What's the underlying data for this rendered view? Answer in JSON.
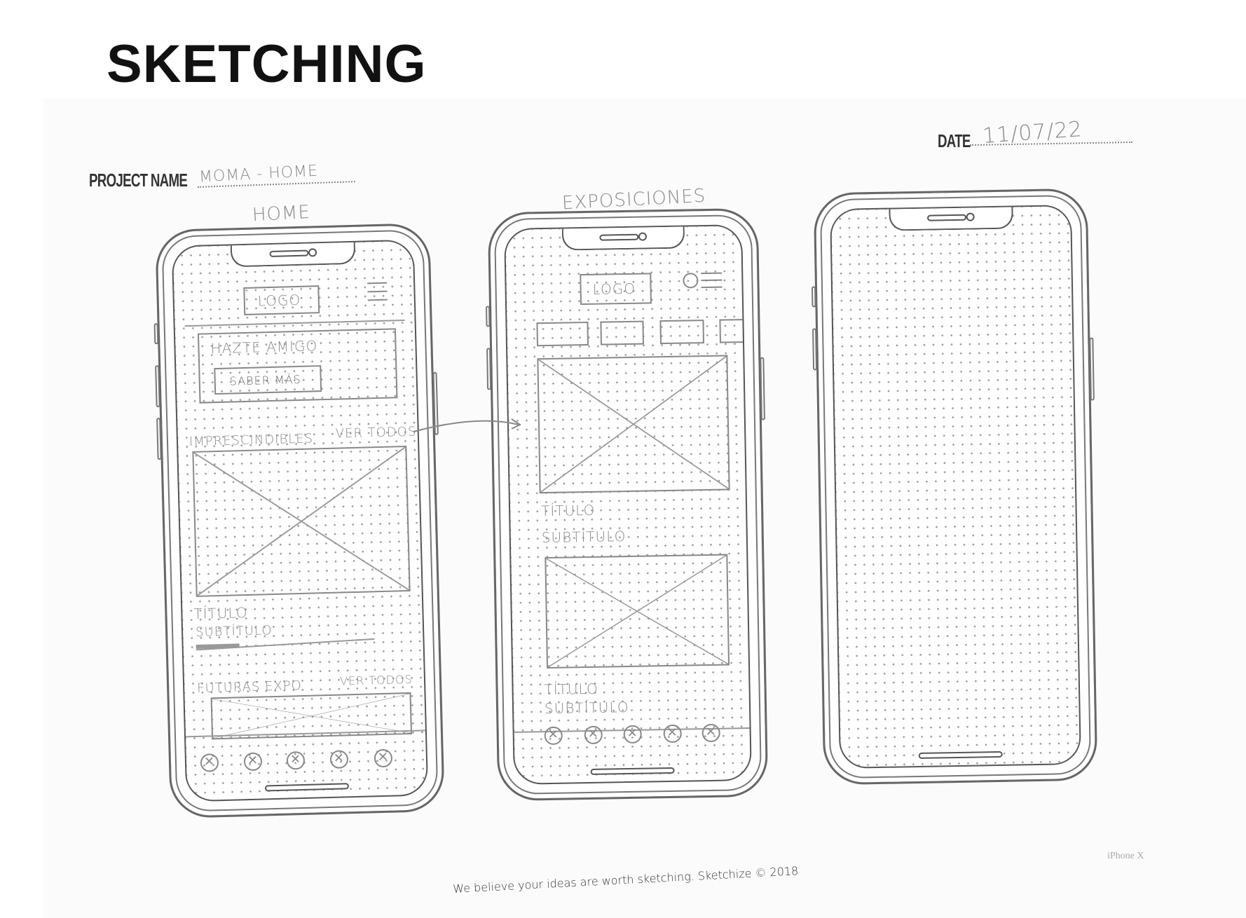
{
  "heading": "SKETCHING",
  "sheet": {
    "project_label": "PROJECT NAME",
    "project_value": "MOMA - HOME",
    "date_label": "DATE",
    "date_value": "11/07/22",
    "footer": "We believe your ideas are worth sketching. Sketchize © 2018",
    "device": "iPhone X"
  },
  "screens": [
    {
      "title": "HOME",
      "logo": "LOGO",
      "menu_icon": "hamburger-icon",
      "banner_text": "HAZTE AMIGO",
      "banner_button": "SABER MÁS",
      "section1": "IMPRESCINDIBLES",
      "section1_link": "VER TODOS",
      "item_title": "TÍTULO",
      "item_subtitle": "SUBTÍTULO",
      "section2": "FUTURAS EXPO",
      "section2_link": "VER TODOS"
    },
    {
      "title": "EXPOSICIONES",
      "logo": "LOGO",
      "icons": [
        "search-icon",
        "hamburger-icon"
      ],
      "items": [
        {
          "title": "TÍTULO",
          "subtitle": "SUBTÍTULO"
        },
        {
          "title": "TÍTULO",
          "subtitle": "SUBTÍTULO"
        }
      ]
    },
    {
      "title": ""
    }
  ]
}
